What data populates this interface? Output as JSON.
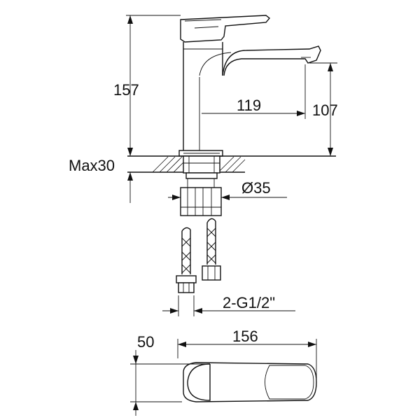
{
  "dimensions": {
    "total_height": "157",
    "spout_height": "107",
    "spout_reach": "119",
    "max_thickness": "Max30",
    "hole_diameter": "Ø35",
    "hose_thread": "2-G1/2\"",
    "top_width": "50",
    "top_length": "156"
  },
  "colors": {
    "line": "#111111",
    "background": "#ffffff"
  }
}
